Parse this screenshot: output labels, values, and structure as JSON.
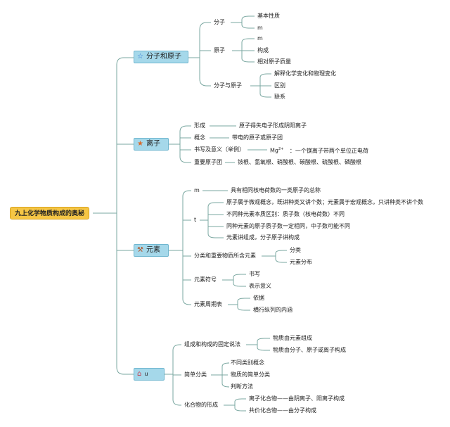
{
  "colors": {
    "line": "#7aa7a0",
    "hub_fill": "#a5d8ea",
    "root_fill": "#f6c645"
  },
  "root": "九上化学物质构成的奥秘",
  "hubs": [
    {
      "label": "分子和原子",
      "icon": "star-icon"
    },
    {
      "label": "离子",
      "icon": "star-badge-icon"
    },
    {
      "label": "元素",
      "icon": "tools-icon"
    },
    {
      "label": "u",
      "icon": "house-icon"
    }
  ],
  "molecule": {
    "fenzi": "分子",
    "fenzi_children": [
      "基本性质",
      "m"
    ],
    "yuanzi": "原子",
    "yuanzi_children": [
      "m",
      "构成",
      "相对原子质量"
    ],
    "fenzi_yuanzi": "分子与原子",
    "fenzi_yuanzi_children": [
      "解释化学变化和物理变化",
      "区别",
      "联系"
    ]
  },
  "ion": {
    "xingcheng": "形成",
    "xingcheng_desc": "原子得失电子形成阴阳离子",
    "gainian": "概念",
    "gainian_desc": "带电的原子或原子团",
    "shuxie": "书写及意义（举例）",
    "shuxie_formula": "Mg",
    "shuxie_sup": "2+",
    "shuxie_desc": "：一个镁离子带两个单位正电荷",
    "zhongyao": "重要原子团",
    "zhongyao_desc": "铵根、氢氧根、硝酸根、碳酸根、硫酸根、磷酸根"
  },
  "element": {
    "m_label": "m",
    "m_desc": "具有相同核电荷数的一类原子的总称",
    "t_label": "t",
    "t_children": [
      "原子属于微观概念，既讲种类又讲个数；元素属于宏观概念，只讲种类不讲个数",
      "不同种元素本质区别：质子数（核电荷数）不同",
      "同种元素的原子质子数一定相同，中子数可能不同",
      "元素讲组成，分子原子讲构成"
    ],
    "fenlei": "分类和重要物质所含元素",
    "fenlei_children": [
      "分类",
      "元素分布"
    ],
    "fuhao": "元素符号",
    "fuhao_children": [
      "书写",
      "表示意义"
    ],
    "zhouqi": "元素周期表",
    "zhouqi_children": [
      "依据",
      "横行纵列的内涵"
    ]
  },
  "composition": {
    "zucheng": "组成和构成的固定说法",
    "zucheng_children": [
      "物质由元素组成",
      "物质由分子、原子或离子构成"
    ],
    "jiandan": "简单分类",
    "jiandan_children": [
      "不同类别概念",
      "物质的简单分类",
      "判断方法"
    ],
    "huahewu": "化合物的形成",
    "huahewu_children": [
      "离子化合物——由阴离子、阳离子构成",
      "共价化合物——由分子构成"
    ]
  }
}
